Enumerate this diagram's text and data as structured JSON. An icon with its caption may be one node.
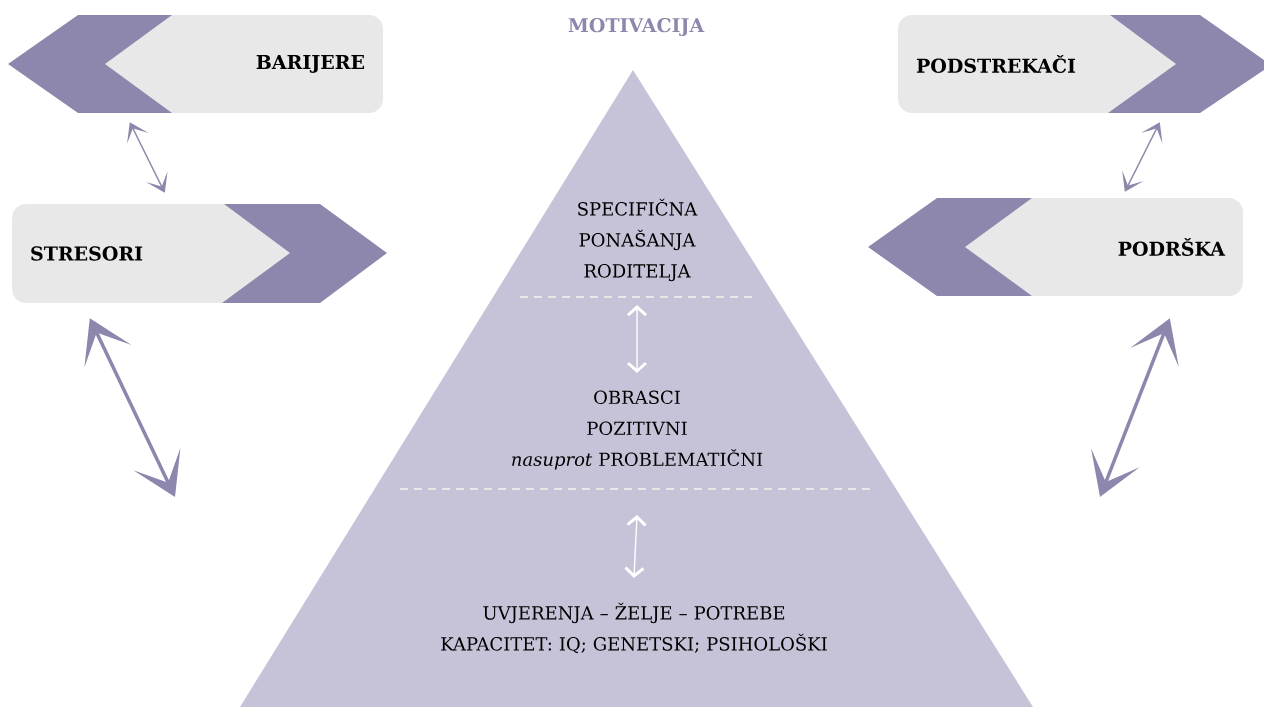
{
  "diagram": {
    "nodes": [
      {
        "text": [
          "BARIJERE"
        ]
      },
      {
        "text": [
          "PODSTREKAČI"
        ]
      },
      {
        "text": [
          "STRESORI"
        ]
      },
      {
        "text": [
          "PODRŠKA"
        ]
      },
      {
        "text": [
          "MOTIVACIJA"
        ]
      },
      {
        "text": [
          "SPECIFIČNA PONAŠANJA RODITELJA"
        ],
        "in": 4
      },
      {
        "text": [
          "OBRASCI POZITIVNI *nasuprot* PROBLEMATIČNI"
        ],
        "in": 4
      },
      {
        "text": [
          "UVJERENJA – ŽELJE – POTREBE KAPACITET: IQ; GENETSKI; PSIHOLOŠKI"
        ],
        "in": 4
      }
    ],
    "edges": [
      {
        "from": 0,
        "to": 2,
        "arrow": "both"
      },
      {
        "from": 1,
        "to": 3,
        "arrow": "both"
      },
      {
        "from": 2,
        "to": null,
        "arrow": "both",
        "style": "thick"
      },
      {
        "from": 3,
        "to": null,
        "arrow": "both",
        "style": "thick"
      },
      {
        "from": 5,
        "to": 6,
        "arrow": "both",
        "color": "#ffffff"
      },
      {
        "from": 6,
        "to": 7,
        "arrow": "both",
        "color": "#ffffff"
      }
    ]
  }
}
